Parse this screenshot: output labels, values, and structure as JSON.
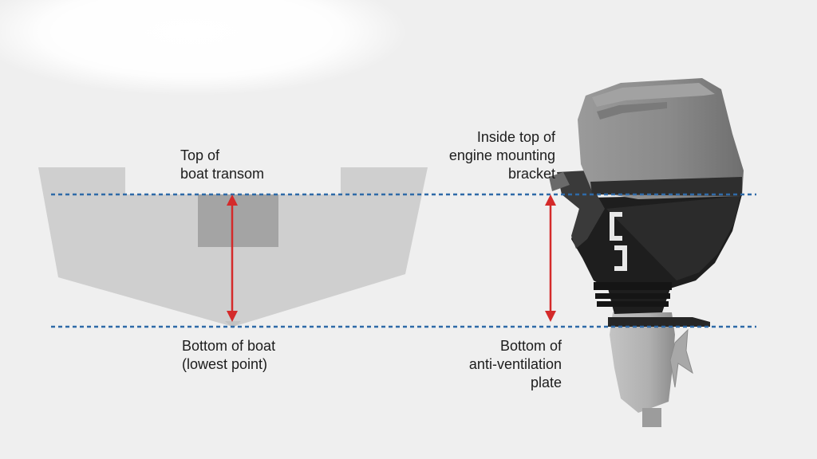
{
  "labels": {
    "top_of_transom": [
      "Top of",
      "boat transom"
    ],
    "bottom_of_boat": [
      "Bottom of boat",
      "(lowest point)"
    ],
    "inside_top_bracket": [
      "Inside top of",
      "engine mounting",
      "bracket"
    ],
    "bottom_of_plate": [
      "Bottom of",
      "anti-ventilation",
      "plate"
    ]
  },
  "colors": {
    "background": "#efefef",
    "hull": "#cfcfcf",
    "transom_plate": "#a4a4a4",
    "reference_line": "#2f6aa8",
    "measure_arrow": "#d42a2a",
    "engine_cowling": "#8a8a8a",
    "engine_body": "#1e1e1e",
    "engine_lower_unit": "#b3b3b3"
  }
}
